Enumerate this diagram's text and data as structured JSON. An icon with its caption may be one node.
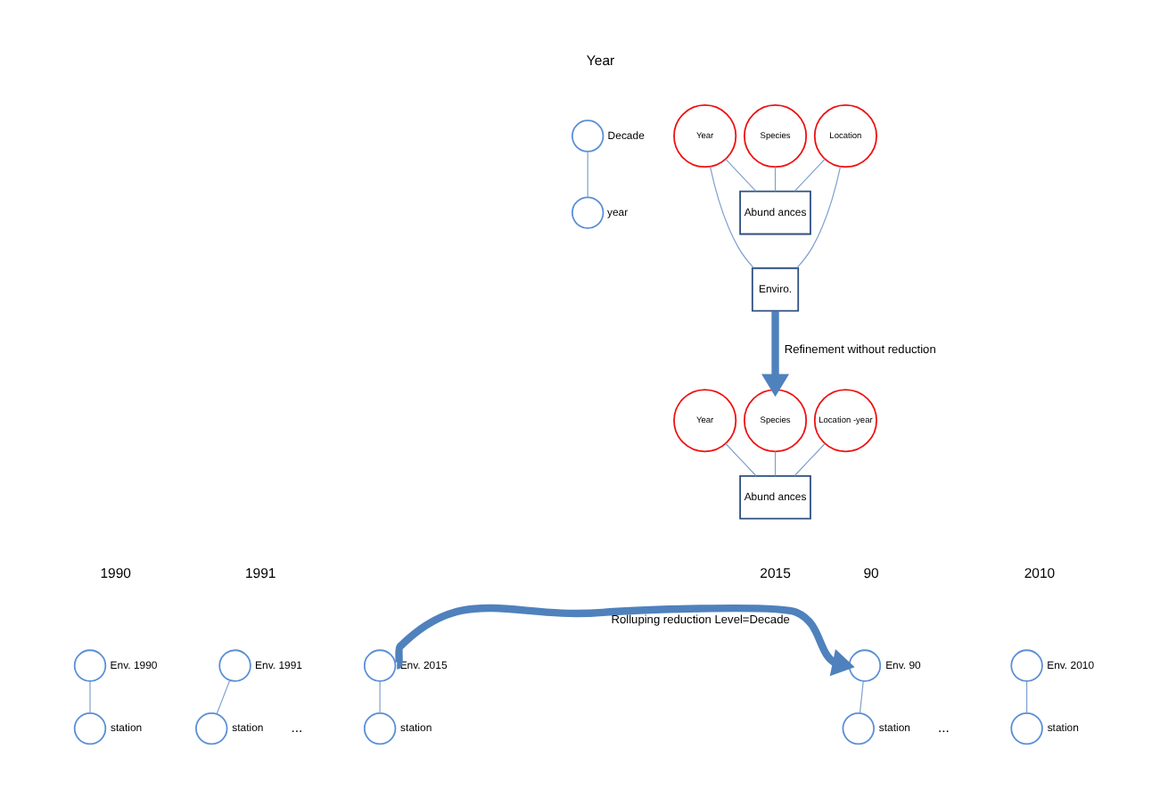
{
  "diagram": {
    "nodes": [
      {
        "text": [
          "Species"
        ]
      },
      {
        "text": [
          "Year"
        ]
      },
      {
        "text": [
          "Location"
        ]
      },
      {
        "text": [
          "Abund ances"
        ]
      },
      {
        "text": [
          "Enviro."
        ]
      },
      {
        "text": [],
        "shape": "circle",
        "beside": [
          "Decade"
        ]
      },
      {
        "text": [],
        "shape": "circle",
        "beside": [
          "year"
        ]
      },
      {
        "text": [
          "Species"
        ]
      },
      {
        "text": [
          "Year"
        ]
      },
      {
        "text": [
          "Location -year"
        ]
      },
      {
        "text": [
          "Abund ances"
        ]
      },
      {
        "text": [],
        "shape": "circle",
        "beside": [
          "Env. 1990"
        ]
      },
      {
        "text": [],
        "shape": "circle",
        "beside": [
          "station"
        ]
      },
      {
        "text": [],
        "shape": "circle",
        "beside": [
          "Env. 1991"
        ]
      },
      {
        "text": [],
        "shape": "circle",
        "beside": [
          "station"
        ]
      },
      {
        "text": [],
        "shape": "circle",
        "beside": [
          "Env. 2015"
        ]
      },
      {
        "text": [],
        "shape": "circle",
        "beside": [
          "station"
        ]
      },
      {
        "text": [],
        "shape": "circle",
        "beside": [
          "Env. 90"
        ]
      },
      {
        "text": [],
        "shape": "circle",
        "beside": [
          "station"
        ]
      },
      {
        "text": [],
        "shape": "circle",
        "beside": [
          "Env. 2010"
        ]
      },
      {
        "text": [],
        "shape": "circle",
        "beside": [
          "station"
        ]
      }
    ],
    "edges": [
      {
        "from": 0,
        "to": 3,
        "arrow": "none"
      },
      {
        "from": 1,
        "to": 3,
        "arrow": "none"
      },
      {
        "from": 2,
        "to": 3,
        "arrow": "none"
      },
      {
        "from": 1,
        "to": 4,
        "arrow": "none"
      },
      {
        "from": 2,
        "to": 4,
        "arrow": "none"
      },
      {
        "from": 5,
        "to": 6,
        "arrow": "none"
      },
      {
        "from": 4,
        "to": 7,
        "arrow": "to",
        "label": "Refinement without reduction",
        "style": "thick",
        "color": "#4f81bd"
      },
      {
        "from": 7,
        "to": 10,
        "arrow": "none"
      },
      {
        "from": 8,
        "to": 10,
        "arrow": "none"
      },
      {
        "from": 9,
        "to": 10,
        "arrow": "none"
      },
      {
        "from": 11,
        "to": 12,
        "arrow": "none"
      },
      {
        "from": 13,
        "to": 14,
        "arrow": "none"
      },
      {
        "from": 15,
        "to": 16,
        "arrow": "none"
      },
      {
        "from": 15,
        "to": 17,
        "arrow": "to",
        "label": "Rolluping reduction Level=Decade",
        "style": "thick",
        "color": "#4f81bd"
      },
      {
        "from": 17,
        "to": 18,
        "arrow": "none"
      },
      {
        "from": 19,
        "to": 20,
        "arrow": "none"
      }
    ],
    "labels": [
      "Year",
      "1990",
      "1991",
      "...",
      "2015",
      "90",
      "...",
      "2010"
    ]
  }
}
